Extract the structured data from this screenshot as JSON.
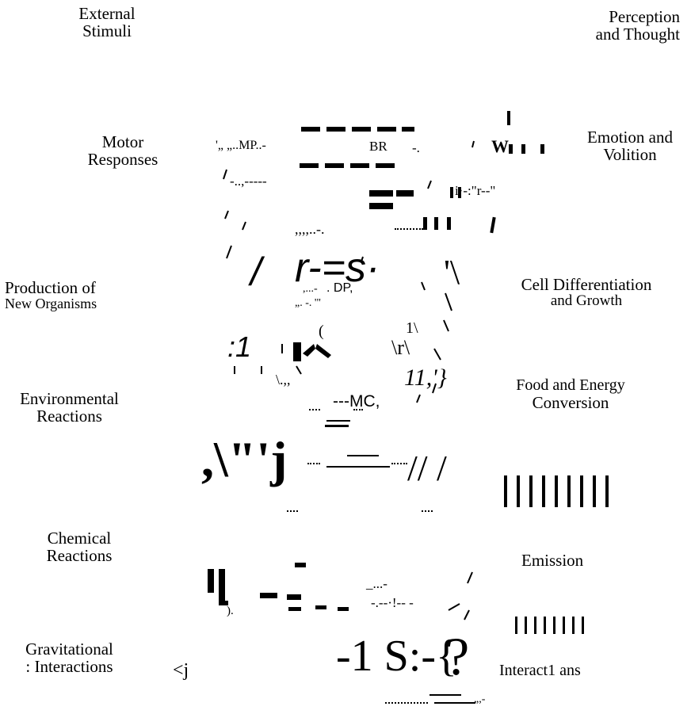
{
  "labels": {
    "external_stimuli": [
      "External",
      "Stimuli"
    ],
    "perception_thought": [
      "Perception",
      "and Thought"
    ],
    "motor_responses": [
      "Motor",
      "Responses"
    ],
    "emotion_volition": [
      "Emotion and",
      "Volition"
    ],
    "production_new_organisms": [
      "Production of",
      "New Organisms"
    ],
    "cell_differentiation": [
      "Cell Differentiation",
      "and Growth"
    ],
    "environmental_reactions": [
      "Environmental",
      "Reactions"
    ],
    "food_energy": [
      "Food and Energy",
      "Conversion"
    ],
    "chemical_reactions": [
      "Chemical",
      "Reactions"
    ],
    "emission": "Emission",
    "gravitational": [
      ": Interactions"
    ],
    "gravitational_title": "Gravitational",
    "interactions": "Interact1 ans"
  },
  "fragments": {
    "mp": "'„  „..MP..-",
    "br": "BR",
    "br_dash": "-.",
    "w": "W",
    "dash_row": "-..,-----",
    "vi": "i·-:\"r--\"",
    "commas": ",,,,..-.",
    "slash_r": "/",
    "r_eq_s": "r-=s·",
    "dp": ". DP,",
    "backslash": "'\\",
    "dp_sub": ",...-",
    "dp_sub2": "„.    -. '\"",
    "colon1": ":1",
    "paren": "(",
    "one_slash": "1\\",
    "r_mark": "\\r\\",
    "eleven": "11,'}",
    "dots_row": "\\.,,",
    "mc": "---MC,",
    "j_mark": ",\\\"'j",
    "slashes": "// /",
    "q_mark": "?",
    "s_mark": "-1  S:-{",
    "lt_j": "<j",
    "small_dash": "_...-",
    "small_dash2": "-.--·!-- -",
    "paren_dot": ").",
    "bottom_comma": "„,-"
  }
}
